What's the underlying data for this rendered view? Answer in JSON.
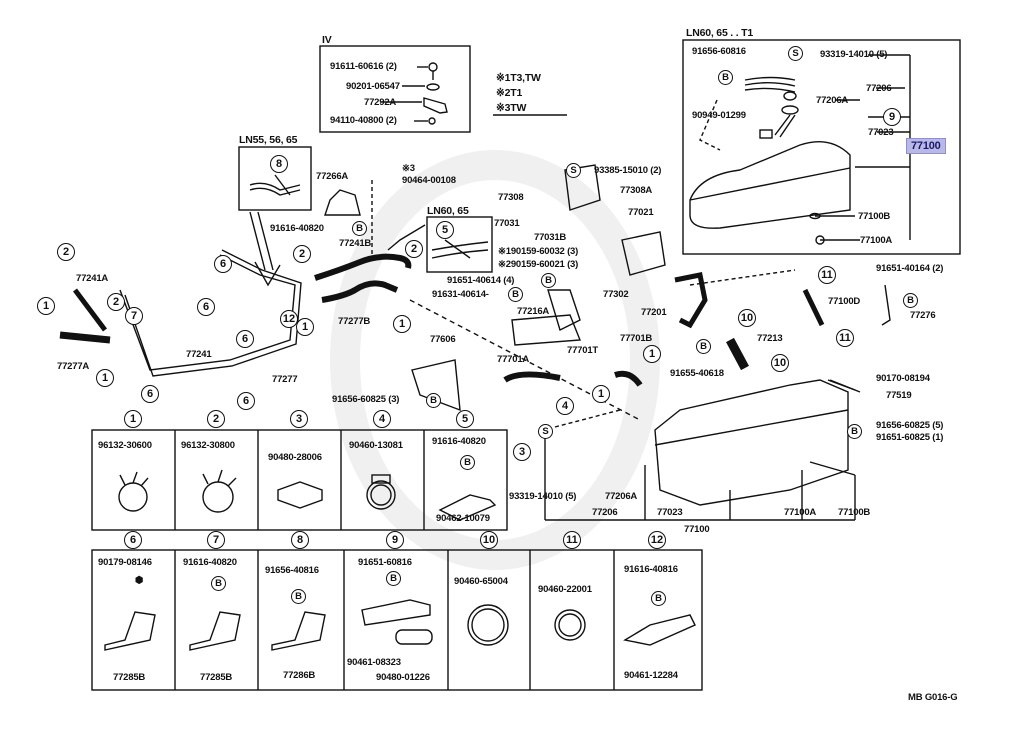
{
  "diagram": {
    "code": "MB G016-G",
    "highlighted_part": "77100",
    "highlight_color": "#b9b9e6"
  },
  "inset_iv": {
    "title": "IV",
    "parts": [
      "91611-60616 (2)",
      "90201-06547",
      "77292A",
      "94110-40800 (2)"
    ]
  },
  "legend": {
    "items": [
      {
        "mark": "※1",
        "text": "T3,TW"
      },
      {
        "mark": "※2",
        "text": "T1"
      },
      {
        "mark": "※3",
        "text": "TW"
      }
    ]
  },
  "inset_ln60_t1": {
    "title": "LN60, 65 . . T1",
    "parts": [
      "91656-60816",
      "93319-14010 (5)",
      "77206",
      "77206A",
      "90949-01299",
      "77023",
      "77100",
      "77100B",
      "77100A"
    ],
    "callout": "9",
    "bolt_tag": "B",
    "screw_tag": "S"
  },
  "inset_ln55": {
    "title": "LN55, 56, 65",
    "callout": "8"
  },
  "inset_ln60": {
    "title": "LN60, 65",
    "callout": "5"
  },
  "main_labels": {
    "p77266A": "77266A",
    "p91616_40820": "91616-40820",
    "p77241B": "77241B",
    "p77277B": "77277B",
    "p90464": "90464-00108",
    "star3": "※3",
    "p93385": "93385-15010 (2)",
    "p77308": "77308",
    "p77308A": "77308A",
    "p77021": "77021",
    "p77031": "77031",
    "p77031B": "77031B",
    "p90159_1": "※190159-60032 (3)",
    "p90159_2": "※290159-60021 (3)",
    "p91651_40614": "91651-40614 (4)",
    "p91631_40614": "91631-40614-",
    "p77302": "77302",
    "p77216A": "77216A",
    "p77241A": "77241A",
    "p77277A": "77277A",
    "p77241": "77241",
    "p77277": "77277",
    "p77606": "77606",
    "p91656_60825_3": "91656-60825 (3)",
    "p77701A": "77701A",
    "p77701T": "77701T",
    "p77701B": "77701B",
    "p77201": "77201",
    "p77213": "77213",
    "p91655_40618": "91655-40618",
    "p77100D": "77100D",
    "p91651_40164": "91651-40164 (2)",
    "p77276": "77276",
    "p90170": "90170-08194",
    "p77519": "77519",
    "p91656_60825_5": "91656-60825 (5)",
    "p91651_60825_1": "91651-60825 (1)",
    "p93319": "93319-14010 (5)",
    "p77206A": "77206A",
    "p77206": "77206",
    "p77023": "77023",
    "p77100": "77100",
    "p77100A": "77100A",
    "p77100B": "77100B"
  },
  "callouts": [
    "1",
    "2",
    "3",
    "4",
    "5",
    "6",
    "7",
    "8",
    "9",
    "10",
    "11",
    "12"
  ],
  "tags": {
    "bolt": "B",
    "screw": "S"
  },
  "table_row1": [
    {
      "n": "1",
      "parts": [
        "96132-30600"
      ]
    },
    {
      "n": "2",
      "parts": [
        "96132-30800"
      ]
    },
    {
      "n": "3",
      "parts": [
        "90480-28006"
      ]
    },
    {
      "n": "4",
      "parts": [
        "90460-13081"
      ]
    },
    {
      "n": "5",
      "parts": [
        "91616-40820",
        "90462-10079"
      ]
    }
  ],
  "table_row2": [
    {
      "n": "6",
      "parts": [
        "90179-08146",
        "77285B"
      ]
    },
    {
      "n": "7",
      "parts": [
        "91616-40820",
        "77285B"
      ]
    },
    {
      "n": "8",
      "parts": [
        "91656-40816",
        "77286B"
      ]
    },
    {
      "n": "9",
      "parts": [
        "91651-60816",
        "90461-08323",
        "90480-01226"
      ]
    },
    {
      "n": "10",
      "parts": [
        "90460-65004"
      ]
    },
    {
      "n": "11",
      "parts": [
        "90460-22001"
      ]
    },
    {
      "n": "12",
      "parts": [
        "91616-40816",
        "90461-12284"
      ]
    }
  ]
}
